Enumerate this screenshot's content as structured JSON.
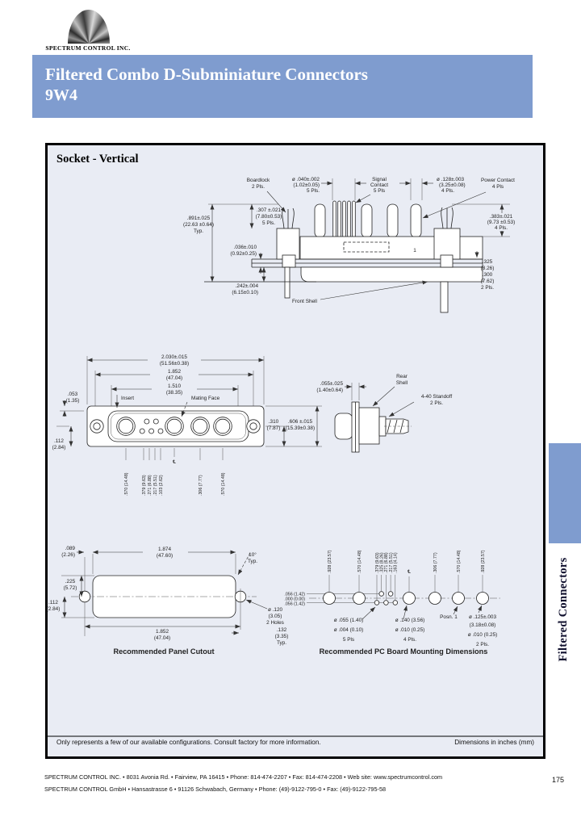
{
  "brand": {
    "name": "SPECTRUM CONTROL INC."
  },
  "header": {
    "title": "Filtered Combo D-Subminiature Connectors",
    "model": "9W4"
  },
  "section": {
    "title": "Socket - Vertical"
  },
  "side_tab": {
    "label": "Filtered Connectors"
  },
  "colors": {
    "banner_blue": "#7f9ccf",
    "panel_bg": "#e9ecf4",
    "page_bg": "#ffffff",
    "line": "#222222"
  },
  "top_view": {
    "boardlock": [
      "Boardlock",
      "2 Pls."
    ],
    "signal_dia": [
      "ø .040±.002",
      "(1.02±0.05)",
      "5 Pls."
    ],
    "signal_contact": [
      "Signal",
      "Contact",
      "5 Pls"
    ],
    "power_dia": [
      "ø .128±.003",
      "(3.25±0.08)",
      "4 Pls."
    ],
    "power_contact": [
      "Power Contact",
      "4 Pls"
    ],
    "dim_height": [
      ".891±.025",
      "(22.63 ±0.64)",
      "Typ."
    ],
    "dim_boardlock_pin": [
      ".307 ±.021",
      "(7.80±0.53)",
      "5 Pls."
    ],
    "dim_flange": [
      ".036±.010",
      "(0.92±0.25)"
    ],
    "dim_tail": [
      ".242±.004",
      "(6.15±0.10)"
    ],
    "dim_power_pin": [
      ".383±.021",
      "(9.73 ±0.53)",
      "4 Pls."
    ],
    "dim_posts": [
      ".325",
      "(8.26)",
      ".300",
      "(7.62)",
      "2 Pls."
    ],
    "front_shell": "Front Shell",
    "position_1": "1"
  },
  "front_view": {
    "dim_w1": [
      "2.030±.015",
      "(51.56±0.38)"
    ],
    "dim_w2": [
      "1.852",
      "(47.04)"
    ],
    "dim_w3": [
      "1.510",
      "(38.35)"
    ],
    "dim_h1": [
      ".053",
      "(1.35)"
    ],
    "dim_h2": [
      ".112",
      "(2.84)"
    ],
    "insert": "Insert",
    "mating_face": "Mating Face",
    "dim_h3": [
      ".310",
      "(7.87)"
    ],
    "dim_h4": [
      ".606 ±.015",
      "(15.39±0.38)"
    ],
    "rot_dims": [
      ".570 (14.48)",
      ".379 (9.63)",
      ".271 (6.88)",
      ".217 (5.51)",
      ".103 (2.62)",
      ".306 (7.77)",
      ".570 (14.48)"
    ],
    "centerline": "℄"
  },
  "side_view": {
    "dim_flange": [
      ".055±.025",
      "(1.40±0.64)"
    ],
    "rear_shell": [
      "Rear",
      "Shell"
    ],
    "standoff": [
      "4-40 Standoff",
      "2 Pls."
    ]
  },
  "panel_cutout": {
    "title": "Recommended Panel Cutout",
    "dim_w1": [
      "1.874",
      "(47.60)"
    ],
    "dim_offset": [
      ".089",
      "(2.26)"
    ],
    "angle": [
      "10°",
      "Typ."
    ],
    "dim_h1": [
      ".225",
      "(5.72)"
    ],
    "dim_h2": [
      ".112",
      "(2.84)"
    ],
    "holes": [
      "ø .120",
      "(3.05)",
      "2 Holes"
    ],
    "dim_w2": [
      "1.852",
      "(47.04)"
    ],
    "dim_corner": [
      ".132",
      "(3.35)",
      "Typ."
    ]
  },
  "pcb": {
    "title": "Recommended PC Board Mounting Dimensions",
    "rows": [
      ".056 (1.42)",
      ".000 (0.00)",
      ".056 (1.42)"
    ],
    "cols": [
      ".928 (23.57)",
      ".570 (14.48)",
      ".379 (9.63)",
      ".325 (8.26)",
      ".271 (6.88)",
      ".217 (5.51)",
      ".163 (4.14)",
      ".306 (7.77)",
      ".570 (14.48)",
      ".928 (23.57)"
    ],
    "centerline": "℄",
    "signal_holes": [
      "ø .055 (1.40)",
      "ø .004 (0.10)",
      "5 Pls"
    ],
    "power_holes": [
      "ø .140 (3.56)",
      "ø .010 (0.25)",
      "4 Pls."
    ],
    "posn1": "Posn. 1",
    "standoff_holes": [
      "ø .125±.003",
      "(3.18±0.08)",
      "ø .010 (0.25)",
      "2 Pls."
    ]
  },
  "footer_box": {
    "note": "Only represents a few of our available configurations. Consult factory for more information.",
    "units": "Dimensions in inches (mm)"
  },
  "footer": {
    "line1": "SPECTRUM CONTROL INC.  •  8031 Avonia Rd.  •  Fairview, PA 16415  •  Phone: 814-474-2207  •  Fax: 814-474-2208  •  Web site: www.spectrumcontrol.com",
    "line2": "SPECTRUM CONTROL GmbH  •  Hansastrasse 6  •  91126 Schwabach, Germany  •  Phone: (49)-9122-795-0  •  Fax: (49)-9122-795-58",
    "page": "175"
  }
}
